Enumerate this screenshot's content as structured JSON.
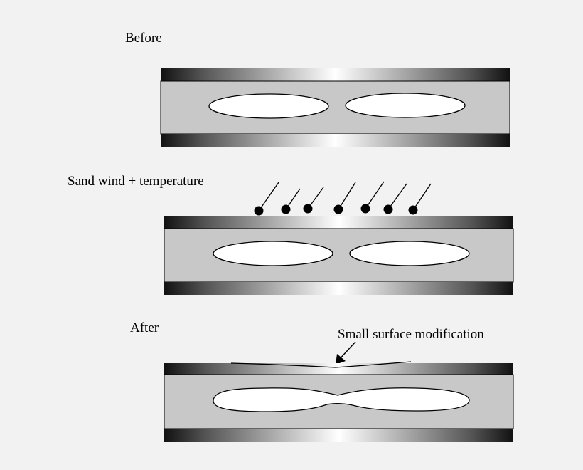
{
  "labels": {
    "before": "Before",
    "sand_wind": "Sand wind + temperature",
    "after": "After",
    "surface_modification": "Small surface modification"
  },
  "colors": {
    "background": "#f2f2f2",
    "core": "#c8c8c8",
    "gradient_edge": "#111111",
    "gradient_center": "#ffffff",
    "void_fill": "#ffffff"
  },
  "particles": {
    "count": 7
  }
}
